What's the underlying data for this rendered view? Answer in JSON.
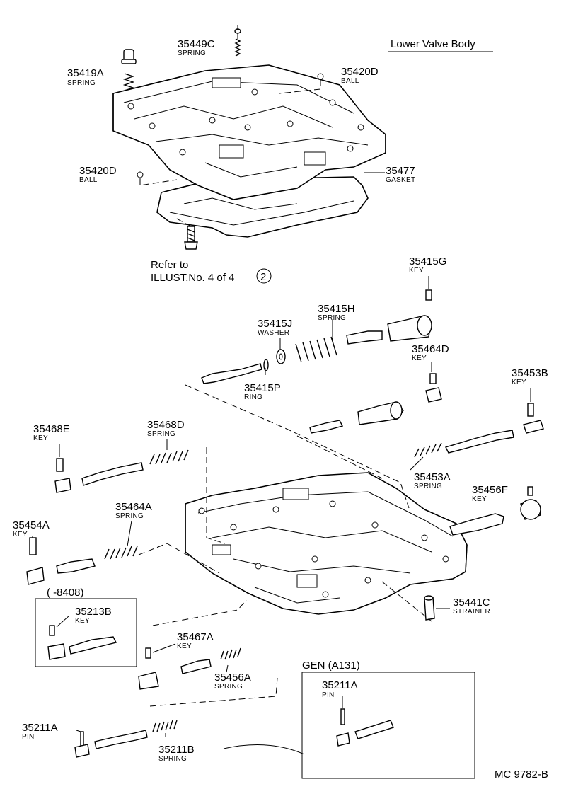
{
  "header": {
    "title": "Lower Valve Body",
    "refer_line1": "Refer to",
    "refer_line2": "ILLUST.No. 4 of 4",
    "refer_circle": "2",
    "drawing_code": "MC 9782-B"
  },
  "labels": {
    "l35449C": {
      "part": "35449C",
      "desc": "SPRING"
    },
    "l35419A": {
      "part": "35419A",
      "desc": "SPRING"
    },
    "l35420D_top": {
      "part": "35420D",
      "desc": "BALL"
    },
    "l35420D_left": {
      "part": "35420D",
      "desc": "BALL"
    },
    "l35477": {
      "part": "35477",
      "desc": "GASKET"
    },
    "l35415G": {
      "part": "35415G",
      "desc": "KEY"
    },
    "l35415J": {
      "part": "35415J",
      "desc": "WASHER"
    },
    "l35415H": {
      "part": "35415H",
      "desc": "SPRING"
    },
    "l35464D": {
      "part": "35464D",
      "desc": "KEY"
    },
    "l35415P": {
      "part": "35415P",
      "desc": "RING"
    },
    "l35453B": {
      "part": "35453B",
      "desc": "KEY"
    },
    "l35468E": {
      "part": "35468E",
      "desc": "KEY"
    },
    "l35468D": {
      "part": "35468D",
      "desc": "SPRING"
    },
    "l35453A": {
      "part": "35453A",
      "desc": "SPRING"
    },
    "l35456F": {
      "part": "35456F",
      "desc": "KEY"
    },
    "l35464A": {
      "part": "35464A",
      "desc": "SPRING"
    },
    "l35454A": {
      "part": "35454A",
      "desc": "KEY"
    },
    "l35213B": {
      "part": "35213B",
      "desc": "KEY"
    },
    "l35467A": {
      "part": "35467A",
      "desc": "KEY"
    },
    "l35441C": {
      "part": "35441C",
      "desc": "STRAINER"
    },
    "l35456A": {
      "part": "35456A",
      "desc": "SPRING"
    },
    "l35211A_box": {
      "part": "35211A",
      "desc": "PIN"
    },
    "l35211A_left": {
      "part": "35211A",
      "desc": "PIN"
    },
    "l35211B": {
      "part": "35211B",
      "desc": "SPRING"
    }
  },
  "notes": {
    "date_range": "(      -8408)",
    "gen_box_title": "GEN (A131)"
  }
}
